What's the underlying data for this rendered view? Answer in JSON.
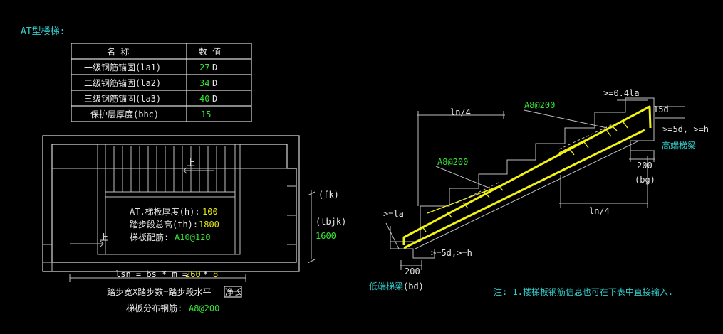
{
  "title": "AT型楼梯:",
  "table": {
    "headers": [
      "名  称",
      "数  值"
    ],
    "rows": [
      {
        "name": "一级钢筋锚固(la1)",
        "value": "27",
        "unit": "D"
      },
      {
        "name": "二级钢筋锚固(la2)",
        "value": "34",
        "unit": "D"
      },
      {
        "name": "三级钢筋锚固(la3)",
        "value": "40",
        "unit": "D"
      },
      {
        "name": "保护层厚度(bhc)",
        "value": "15",
        "unit": ""
      }
    ]
  },
  "plan": {
    "up_label_top": "上",
    "up_label_bottom": "上",
    "thickness_label": "AT.梯板厚度(h):",
    "thickness_value": "100",
    "height_label": "踏步段总高(th):",
    "height_value": "1800",
    "rebar_label": "梯板配筋:",
    "rebar_value": "A10@120",
    "fk": "(fk)",
    "tbjk": "(tbjk)",
    "tbjk_value": "1600",
    "lsn_formula": "lsn = bs * m =",
    "bs_value": "260",
    "times": "*",
    "m_value": "8",
    "desc_text": "踏步宽X踏步数=踏步段水平",
    "desc_box": "净长",
    "dist_label": "梯板分布钢筋:",
    "dist_value": "A8@200"
  },
  "section": {
    "ln4_top": "ln/4",
    "ln4_bottom": "ln/4",
    "a8_top": "A8@200",
    "a8_left": "A8@200",
    "la_top": ">=0.4la",
    "d15": "15d",
    "ge5d_top": ">=5d, >=h",
    "high_beam": "高端梯梁",
    "dim200_right": "200",
    "bg": "(bg)",
    "la_left": ">=la",
    "ge5d_bottom": ">=5d,>=h",
    "dim200_left": "200",
    "low_beam": "低端梯梁",
    "bd": "(bd)"
  },
  "note": "注: 1.楼梯板钢筋信息也可在下表中直接输入."
}
